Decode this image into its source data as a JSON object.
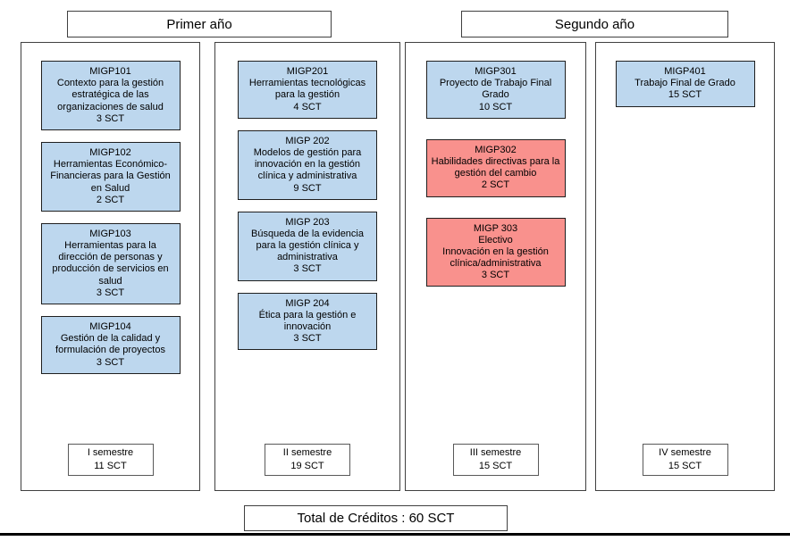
{
  "diagram": {
    "year_headers": [
      {
        "label": "Primer año"
      },
      {
        "label": "Segundo año"
      }
    ],
    "colors": {
      "course_blue": "#BDD7EE",
      "course_red": "#F9918D"
    },
    "columns": [
      {
        "semester": {
          "name": "I semestre",
          "credits": "11 SCT"
        },
        "courses": [
          {
            "code": "MIGP101",
            "title": "Contexto para la gestión estratégica de las organizaciones de salud",
            "credits": "3 SCT",
            "color": "course_blue"
          },
          {
            "code": "MIGP102",
            "title": "Herramientas Económico-Financieras para la Gestión en Salud",
            "credits": "2 SCT",
            "color": "course_blue"
          },
          {
            "code": "MIGP103",
            "title": "Herramientas para la dirección de personas y producción de servicios en salud",
            "credits": "3 SCT",
            "color": "course_blue"
          },
          {
            "code": "MIGP104",
            "title": "Gestión de la calidad y formulación de proyectos",
            "credits": "3 SCT",
            "color": "course_blue"
          }
        ]
      },
      {
        "semester": {
          "name": "II semestre",
          "credits": "19 SCT"
        },
        "courses": [
          {
            "code": "MIGP201",
            "title": "Herramientas tecnológicas para la gestión",
            "credits": "4 SCT",
            "color": "course_blue"
          },
          {
            "code": "MIGP 202",
            "title": "Modelos de gestión para innovación en la gestión clínica y administrativa",
            "credits": "9 SCT",
            "color": "course_blue"
          },
          {
            "code": "MIGP 203",
            "title": "Búsqueda de la evidencia para la gestión clínica y administrativa",
            "credits": "3 SCT",
            "color": "course_blue"
          },
          {
            "code": "MIGP 204",
            "title": "Ética para la gestión e innovación",
            "credits": "3 SCT",
            "color": "course_blue"
          }
        ]
      },
      {
        "semester": {
          "name": "III semestre",
          "credits": "15 SCT"
        },
        "courses": [
          {
            "code": "MIGP301",
            "title": "Proyecto de Trabajo Final Grado",
            "credits": "10 SCT",
            "color": "course_blue"
          },
          {
            "code": "MIGP302",
            "title": "Habilidades directivas para la gestión del cambio",
            "credits": "2 SCT",
            "color": "course_red"
          },
          {
            "code": "MIGP 303",
            "title": "Electivo\nInnovación en la gestión clínica/administrativa",
            "credits": "3 SCT",
            "color": "course_red"
          }
        ]
      },
      {
        "semester": {
          "name": "IV semestre",
          "credits": "15 SCT"
        },
        "courses": [
          {
            "code": "MIGP401",
            "title": "Trabajo Final de Grado",
            "credits": "15 SCT",
            "color": "course_blue"
          }
        ]
      }
    ],
    "total_label": "Total de Créditos : 60 SCT"
  }
}
